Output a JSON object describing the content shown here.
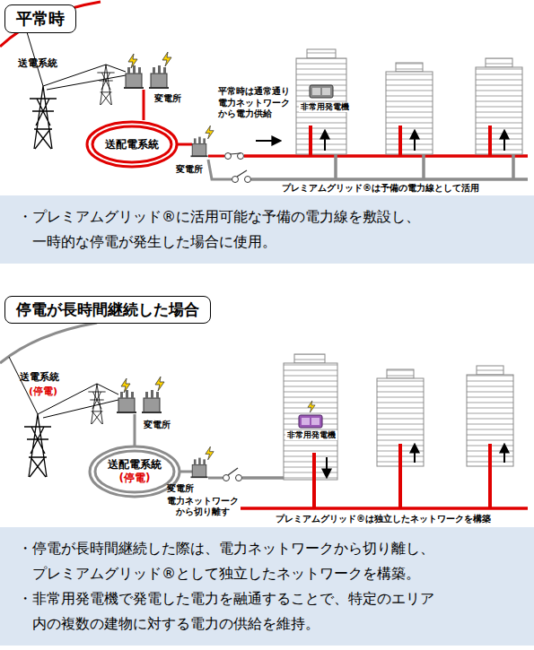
{
  "diagram": {
    "nodes": [
      {
        "text": [
          "平常時"
        ]
      },
      {
        "text": [
          "送配電系統"
        ]
      },
      {
        "text": [
          "・プレミアムグリッド®に活用可能な予備の電力線を敷設し、 一時的な停電が発生した場合に使用。"
        ]
      },
      {
        "text": [
          "停電が長時間継続した場合"
        ]
      },
      {
        "text": [
          "送配電系統",
          "(停電)"
        ]
      },
      {
        "text": [
          "・停電が長時間継続した際は、電力ネットワークから切り離し、 プレミアムグリッド®として独立したネットワークを構築。",
          "・非常用発電機で発電した電力を融通することで、特定のエリア 内の複数の建物に対する電力の供給を維持。"
        ]
      }
    ],
    "labels": [
      "送電系統",
      "変電所",
      "変電所",
      "平常時は通常通り 電力ネットワーク から電力供給",
      "非常用発電機",
      "プレミアムグリッド®は予備の電力線として活用",
      "送電系統",
      "(停電)",
      "変電所",
      "変電所",
      "電力ネットワーク から切り離す",
      "非常用発電機",
      "プレミアムグリッド®は独立したネットワークを構築"
    ]
  }
}
